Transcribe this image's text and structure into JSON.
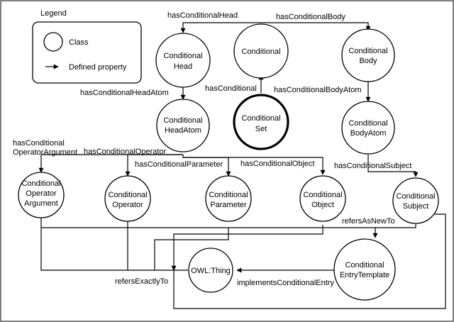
{
  "legend": {
    "title": "Legend",
    "class_label": "Class",
    "property_label": "Defined property"
  },
  "nodes": {
    "conditional_head": [
      "Conditional",
      "Head"
    ],
    "conditional": [
      "Conditional"
    ],
    "conditional_body": [
      "Conditional",
      "Body"
    ],
    "conditional_head_atom": [
      "Conditional",
      "HeadAtom"
    ],
    "conditional_set": [
      "Conditional",
      "Set"
    ],
    "conditional_body_atom": [
      "Conditional",
      "BodyAtom"
    ],
    "conditional_operator_argument": [
      "Conditional",
      "Operator",
      "Argument"
    ],
    "conditional_operator": [
      "Conditional",
      "Operator"
    ],
    "conditional_parameter": [
      "Conditional",
      "Parameter"
    ],
    "conditional_object": [
      "Conditional",
      "Object"
    ],
    "conditional_subject": [
      "Conditional",
      "Subject"
    ],
    "conditional_entry_template": [
      "Conditional",
      "EntryTemplate"
    ],
    "owl_thing": [
      "OWL:Thing"
    ]
  },
  "edges": {
    "has_conditional_head": "hasConditionalHead",
    "has_conditional_body": "hasConditionalBody",
    "has_conditional": "hasConditional",
    "has_conditional_head_atom": "hasConditionalHeadAtom",
    "has_conditional_body_atom": "hasConditionalBodyAtom",
    "has_conditional_operator_argument": [
      "hasConditional",
      "OperatorArgument"
    ],
    "has_conditional_operator": "hasConditionalOperator",
    "has_conditional_parameter": "hasConditionalParameter",
    "has_conditional_object": "hasConditionalObject",
    "has_conditional_subject": "hasConditionalSubject",
    "refers_as_new_to": "refersAsNewTo",
    "refers_exactly_to": "refersExactlyTo",
    "implements_conditional_entry": "implementsConditionalEntry"
  }
}
